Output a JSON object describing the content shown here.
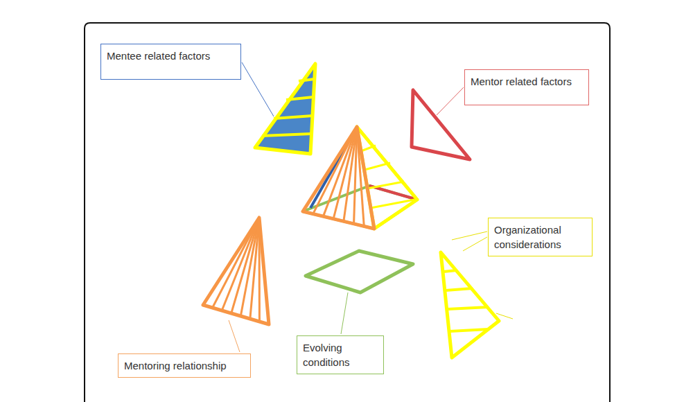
{
  "diagram": {
    "nodes": [
      {
        "text": [
          "Mentee related factors"
        ]
      },
      {
        "text": [
          "Mentor related factors"
        ]
      },
      {
        "text": [
          "Organizational considerations"
        ]
      },
      {
        "text": [
          "Evolving conditions"
        ]
      },
      {
        "text": [
          "Mentoring relationship"
        ]
      }
    ]
  }
}
